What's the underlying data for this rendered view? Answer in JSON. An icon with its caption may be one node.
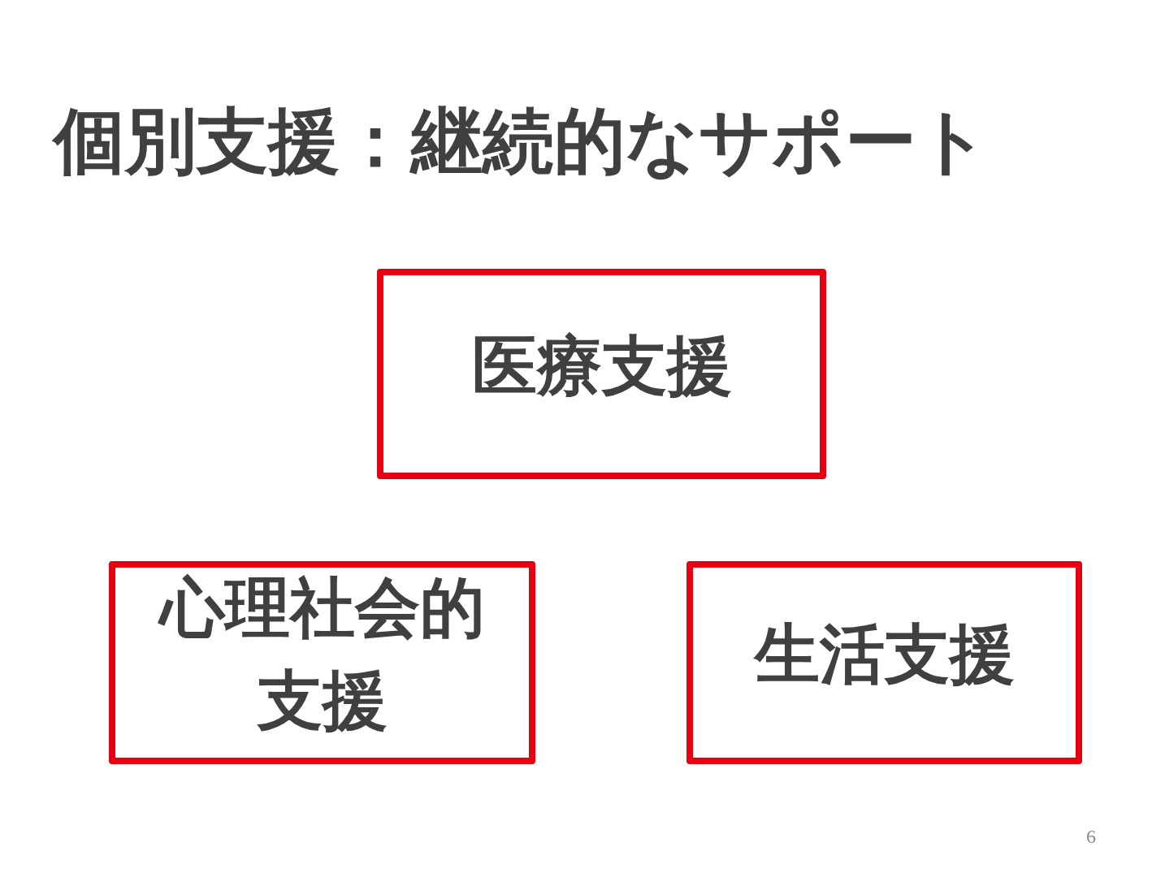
{
  "diagram": {
    "title": "個別支援：継続的なサポート",
    "nodes": [
      {
        "text": [
          "医療支援"
        ]
      },
      {
        "text": [
          "心理社会的支援"
        ]
      },
      {
        "text": [
          "生活支援"
        ]
      }
    ],
    "labels": [
      "6"
    ]
  }
}
